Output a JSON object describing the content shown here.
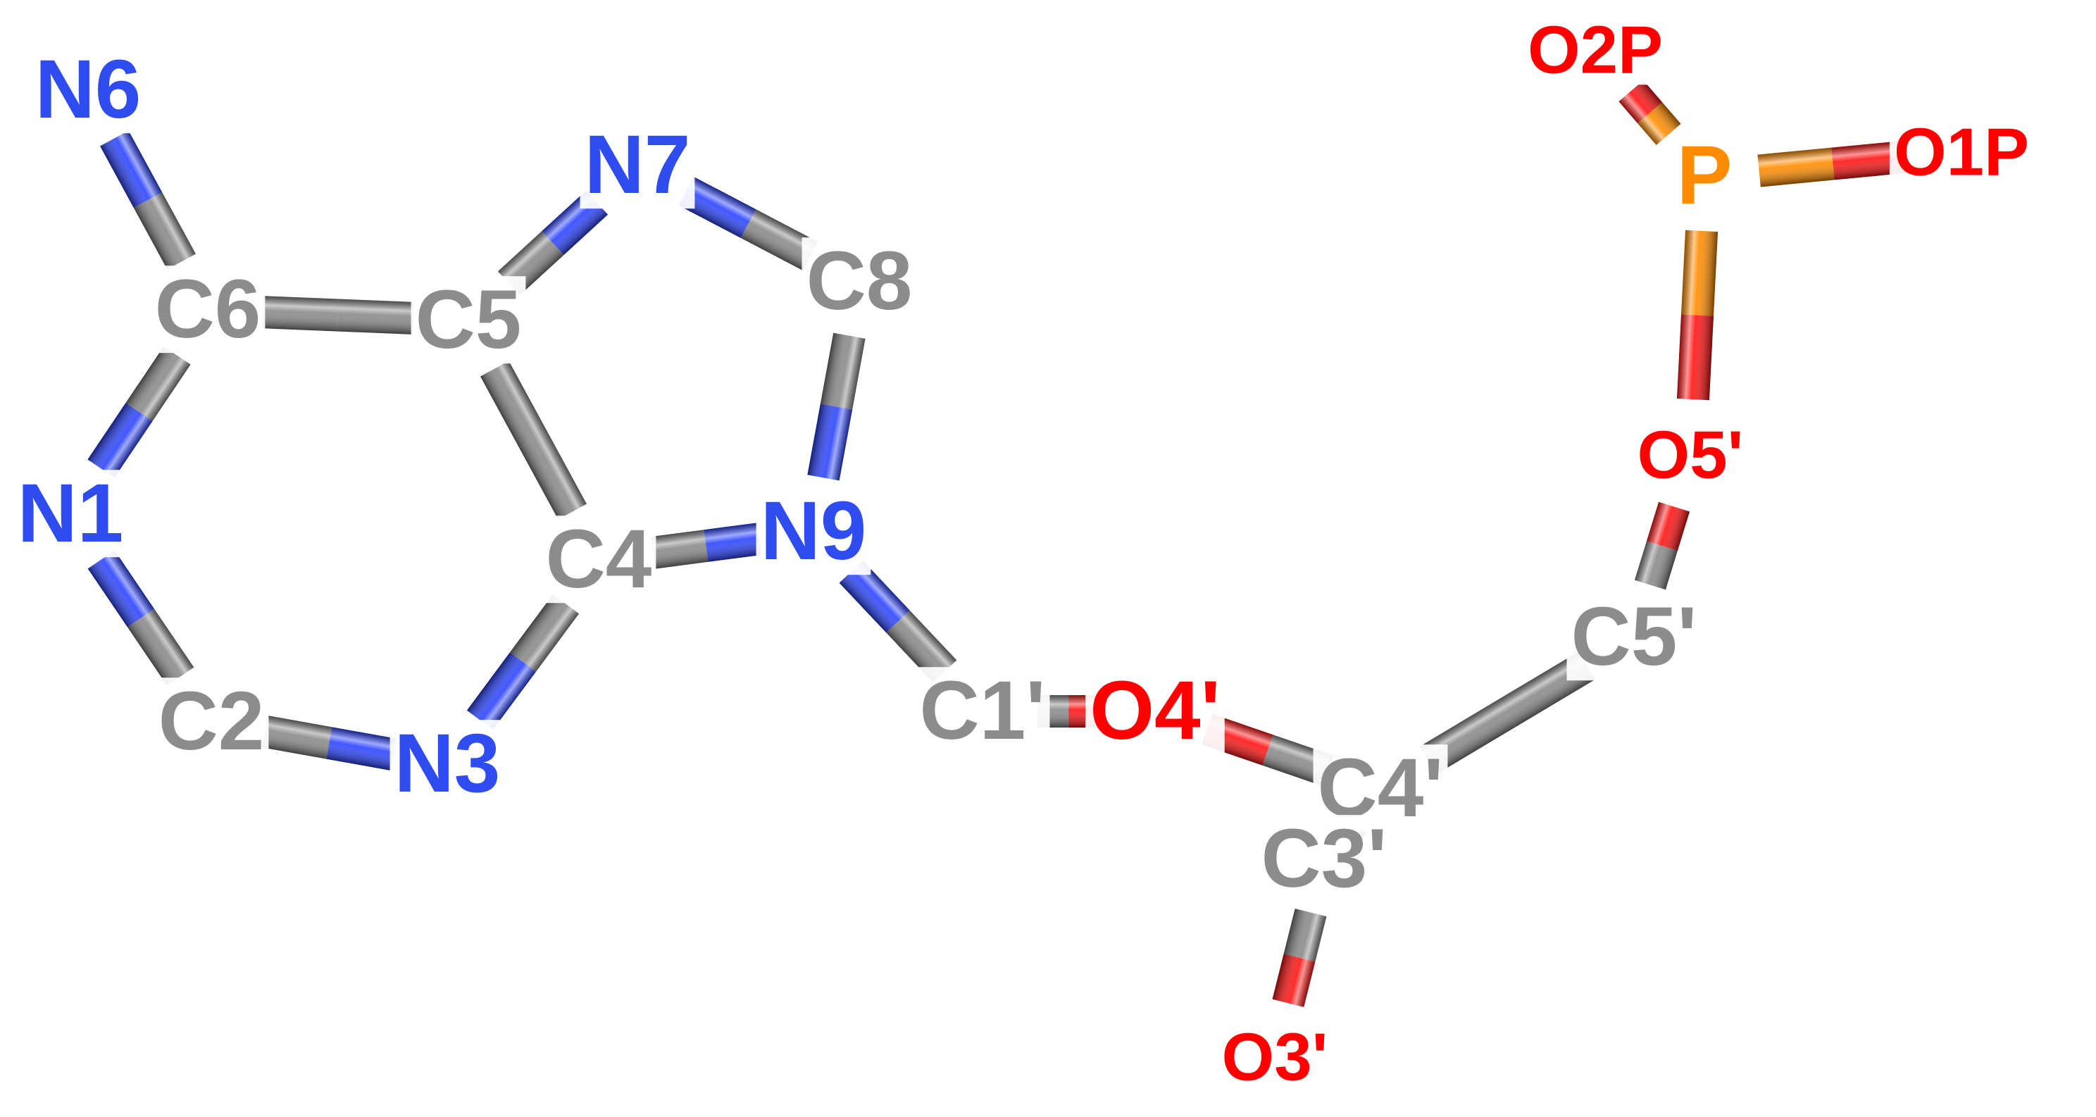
{
  "molecule": {
    "colors": {
      "carbon": "#8a8a8a",
      "carbon_dark": "#4a4a4a",
      "nitrogen": "#2c45ff",
      "oxygen": "#ff1414",
      "oxygen_dark": "#b40000",
      "phosphorus": "#ff8c00",
      "label_carbon": "#8c8c8c",
      "label_nitrogen": "#2e4cf0",
      "label_oxygen": "#ff0000",
      "label_phosphorus": "#ff8c00"
    },
    "atoms": [
      {
        "id": "N6",
        "label": "N6",
        "element": "N"
      },
      {
        "id": "C6",
        "label": "C6",
        "element": "C"
      },
      {
        "id": "C5",
        "label": "C5",
        "element": "C"
      },
      {
        "id": "N7",
        "label": "N7",
        "element": "N"
      },
      {
        "id": "C8",
        "label": "C8",
        "element": "C"
      },
      {
        "id": "N1",
        "label": "N1",
        "element": "N"
      },
      {
        "id": "C4",
        "label": "C4",
        "element": "C"
      },
      {
        "id": "N9",
        "label": "N9",
        "element": "N"
      },
      {
        "id": "C2",
        "label": "C2",
        "element": "C"
      },
      {
        "id": "N3",
        "label": "N3",
        "element": "N"
      },
      {
        "id": "C1p",
        "label": "C1'",
        "element": "C"
      },
      {
        "id": "O4p",
        "label": "O4'",
        "element": "O"
      },
      {
        "id": "C4p",
        "label": "C4'",
        "element": "C"
      },
      {
        "id": "C3p",
        "label": "C3'",
        "element": "C"
      },
      {
        "id": "O3p",
        "label": "O3'",
        "element": "O"
      },
      {
        "id": "C5p",
        "label": "C5'",
        "element": "C"
      },
      {
        "id": "O5p",
        "label": "O5'",
        "element": "O"
      },
      {
        "id": "P",
        "label": "P",
        "element": "P"
      },
      {
        "id": "O1P",
        "label": "O1P",
        "element": "O"
      },
      {
        "id": "O2P",
        "label": "O2P",
        "element": "O"
      }
    ],
    "bonds": [
      [
        "N6",
        "C6"
      ],
      [
        "C6",
        "C5"
      ],
      [
        "C6",
        "N1"
      ],
      [
        "C5",
        "N7"
      ],
      [
        "C5",
        "C4"
      ],
      [
        "N7",
        "C8"
      ],
      [
        "C8",
        "N9"
      ],
      [
        "C4",
        "N9"
      ],
      [
        "C4",
        "N3"
      ],
      [
        "N1",
        "C2"
      ],
      [
        "C2",
        "N3"
      ],
      [
        "N9",
        "C1p"
      ],
      [
        "C1p",
        "O4p"
      ],
      [
        "O4p",
        "C4p"
      ],
      [
        "C4p",
        "C3p"
      ],
      [
        "C3p",
        "O3p"
      ],
      [
        "C4p",
        "C5p"
      ],
      [
        "C5p",
        "O5p"
      ],
      [
        "O5p",
        "P"
      ],
      [
        "P",
        "O1P"
      ],
      [
        "P",
        "O2P"
      ]
    ]
  }
}
